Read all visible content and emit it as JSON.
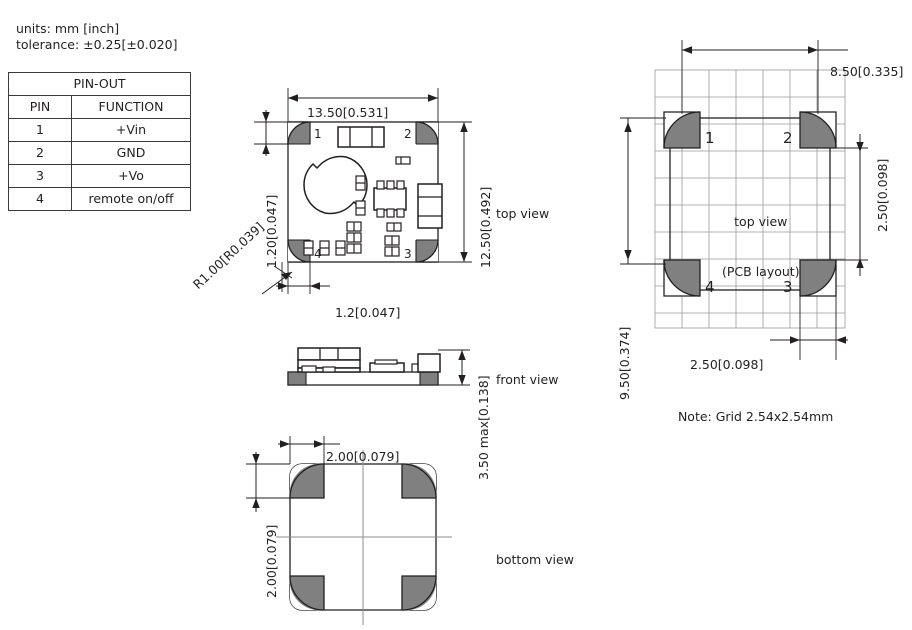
{
  "header": {
    "units_line": "units: mm [inch]",
    "tolerance_line": "tolerance: ±0.25[±0.020]"
  },
  "pinout": {
    "title": "PIN-OUT",
    "columns": [
      "PIN",
      "FUNCTION"
    ],
    "rows": [
      {
        "pin": "1",
        "function": "+Vin"
      },
      {
        "pin": "2",
        "function": "GND"
      },
      {
        "pin": "3",
        "function": "+Vo"
      },
      {
        "pin": "4",
        "function": "remote on/off"
      }
    ]
  },
  "views": {
    "top": "top view",
    "front": "front view",
    "bottom": "bottom view",
    "pcb_layout_line1": "top view",
    "pcb_layout_line2": "(PCB layout)"
  },
  "dimensions": {
    "top_width": "13.50[0.531]",
    "top_height": "12.50[0.492]",
    "pad_height": "1.20[0.047]",
    "pad_width": "1.2[0.047]",
    "corner_radius": "R1.00[R0.039]",
    "front_height": "3.50 max[0.138]",
    "bottom_pad_width": "2.00[0.079]",
    "bottom_pad_height": "2.00[0.079]",
    "pcb_width": "8.50[0.335]",
    "pcb_height": "9.50[0.374]",
    "pcb_pad_vert": "2.50[0.098]",
    "pcb_pad_horiz": "2.50[0.098]"
  },
  "pin_labels": {
    "p1": "1",
    "p2": "2",
    "p3": "3",
    "p4": "4"
  },
  "note": "Note: Grid 2.54x2.54mm",
  "colors": {
    "pad_gray": "#808080",
    "line": "#231f20",
    "grid": "#9a9a9a",
    "centerline": "#8d8d8d"
  }
}
